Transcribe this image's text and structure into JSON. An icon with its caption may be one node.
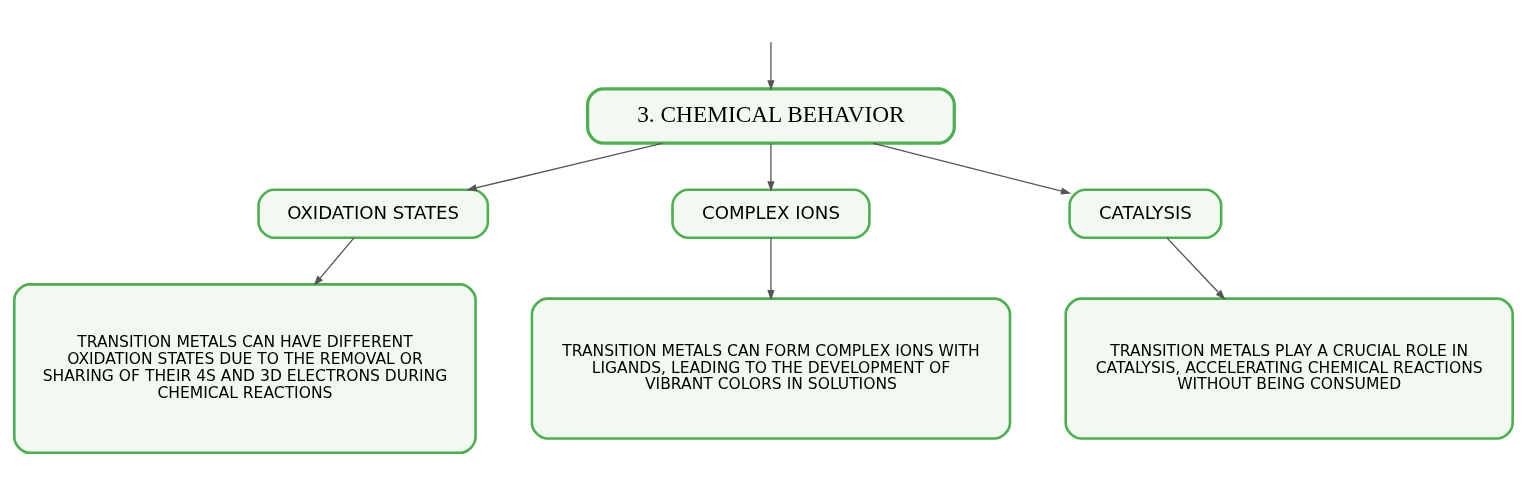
{
  "diagram": {
    "nodes": [
      {
        "text": [
          "3. CHEMICAL BEHAVIOR"
        ]
      },
      {
        "text": [
          "OXIDATION STATES"
        ]
      },
      {
        "text": [
          "COMPLEX IONS"
        ]
      },
      {
        "text": [
          "CATALYSIS"
        ]
      },
      {
        "text": [
          "TRANSITION METALS CAN HAVE DIFFERENT OXIDATION STATES DUE TO THE REMOVAL OR SHARING OF THEIR 4S AND 3D ELECTRONS DURING CHEMICAL REACTIONS"
        ]
      },
      {
        "text": [
          "TRANSITION METALS CAN FORM COMPLEX IONS WITH LIGANDS, LEADING TO THE DEVELOPMENT OF VIBRANT COLORS IN SOLUTIONS"
        ]
      },
      {
        "text": [
          "TRANSITION METALS PLAY A CRUCIAL ROLE IN CATALYSIS, ACCELERATING CHEMICAL REACTIONS WITHOUT BEING CONSUMED"
        ]
      }
    ],
    "edges": [
      {
        "from": null,
        "to": 0,
        "arrow": "to"
      },
      {
        "from": 0,
        "to": 1,
        "arrow": "to"
      },
      {
        "from": 0,
        "to": 2,
        "arrow": "to"
      },
      {
        "from": 0,
        "to": 3,
        "arrow": "to"
      },
      {
        "from": 1,
        "to": 4,
        "arrow": "to"
      },
      {
        "from": 2,
        "to": 5,
        "arrow": "to"
      },
      {
        "from": 3,
        "to": 6,
        "arrow": "to"
      }
    ]
  }
}
